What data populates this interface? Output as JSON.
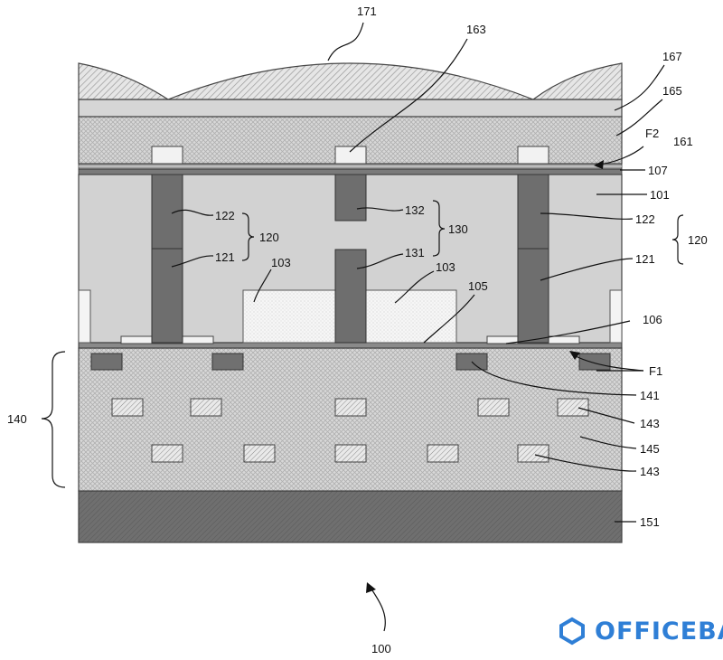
{
  "labels": {
    "l171": "171",
    "l163": "163",
    "l167": "167",
    "l165": "165",
    "lF2": "F2",
    "l161": "161",
    "l107": "107",
    "l101": "101",
    "l122a": "122",
    "l120a": "120",
    "l121a": "121",
    "l132": "132",
    "l130": "130",
    "l131": "131",
    "l122b": "122",
    "l120b": "120",
    "l121b": "121",
    "l103a": "103",
    "l103b": "103",
    "l105": "105",
    "l106": "106",
    "lF1": "F1",
    "l141": "141",
    "l140": "140",
    "l143a": "143",
    "l145": "145",
    "l143b": "143",
    "l151": "151",
    "l100": "100"
  },
  "watermark": {
    "text": "OFFICEBA",
    "color": "#2f7fd6"
  }
}
